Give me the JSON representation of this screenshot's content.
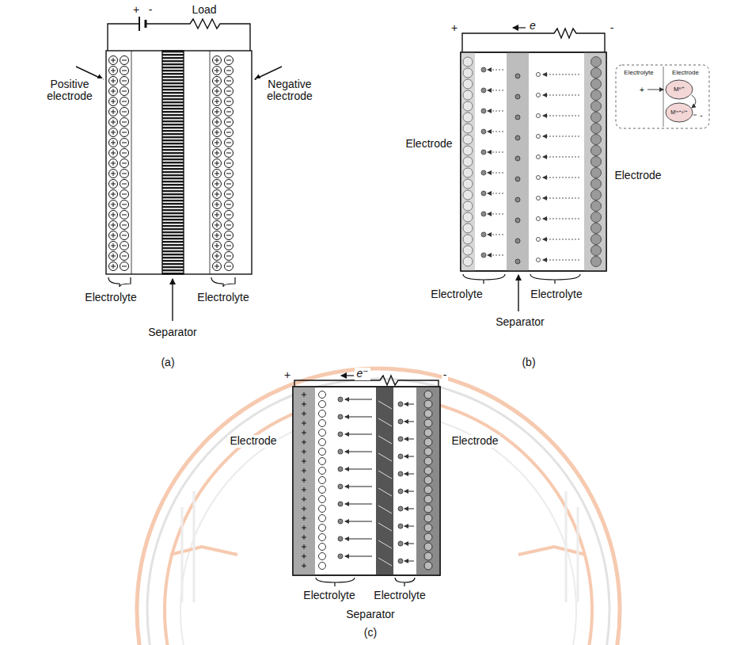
{
  "diagram": {
    "labels": [
      "Load",
      "+",
      "-",
      "Positive electrode",
      "Negative electrode",
      "Electrolyte",
      "Electrolyte",
      "Separator",
      "(a)",
      "+",
      "e",
      "-",
      "Electrode",
      "Electrode",
      "Electrolyte",
      "Electrolyte",
      "Separator",
      "(b)",
      "Electrolyte",
      "Electrode",
      "Mⁿ⁺",
      "M⁽ⁿ⁺¹⁾⁺",
      "+",
      "-",
      "+",
      "e⁻",
      "-",
      "Electrode",
      "Electrode",
      "Electrolyte",
      "Electrolyte",
      "Separator",
      "(c)"
    ]
  }
}
